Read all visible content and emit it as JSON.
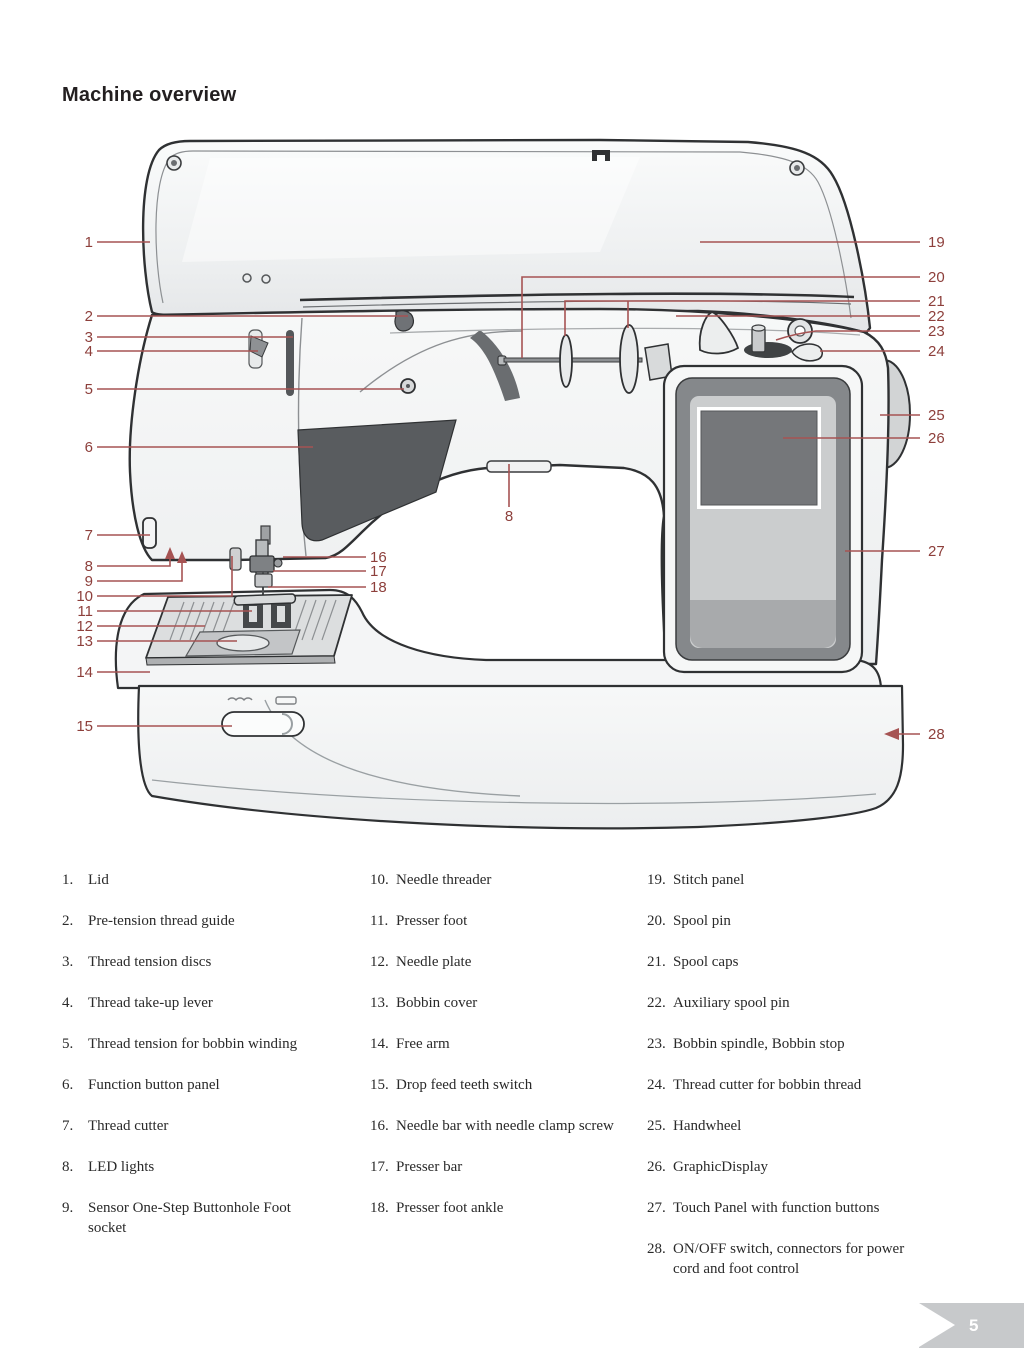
{
  "page": {
    "title": "Machine overview",
    "page_number": "5"
  },
  "colors": {
    "callout_line": "#a65353",
    "callout_text": "#8d3f3b",
    "banner_bg": "#c7c9cb",
    "banner_text": "#ffffff"
  },
  "callouts": {
    "n1": "1",
    "n2": "2",
    "n3": "3",
    "n4": "4",
    "n5": "5",
    "n6": "6",
    "n7": "7",
    "n8": "8",
    "n9": "9",
    "n10": "10",
    "n11": "11",
    "n12": "12",
    "n13": "13",
    "n14": "14",
    "n15": "15",
    "n8b": "8",
    "n16": "16",
    "n17": "17",
    "n18": "18",
    "n19": "19",
    "n20": "20",
    "n21": "21",
    "n22": "22",
    "n23": "23",
    "n24": "24",
    "n25": "25",
    "n26": "26",
    "n27": "27",
    "n28": "28"
  },
  "legend": {
    "columns": [
      [
        {
          "num": "1.",
          "text": "Lid"
        },
        {
          "num": "2.",
          "text": "Pre-tension thread guide"
        },
        {
          "num": "3.",
          "text": "Thread tension discs"
        },
        {
          "num": "4.",
          "text": "Thread take-up lever"
        },
        {
          "num": "5.",
          "text": "Thread tension for bobbin winding"
        },
        {
          "num": "6.",
          "text": "Function button panel"
        },
        {
          "num": "7.",
          "text": "Thread cutter"
        },
        {
          "num": "8.",
          "text": "LED lights"
        },
        {
          "num": "9.",
          "text": "Sensor One-Step Buttonhole Foot\nsocket"
        }
      ],
      [
        {
          "num": "10.",
          "text": "Needle threader"
        },
        {
          "num": "11.",
          "text": "Presser foot"
        },
        {
          "num": "12.",
          "text": "Needle plate"
        },
        {
          "num": "13.",
          "text": "Bobbin cover"
        },
        {
          "num": "14.",
          "text": "Free arm"
        },
        {
          "num": "15.",
          "text": "Drop feed teeth switch"
        },
        {
          "num": "16.",
          "text": "Needle bar with needle clamp screw"
        },
        {
          "num": "17.",
          "text": "Presser bar"
        },
        {
          "num": "18.",
          "text": "Presser foot ankle"
        }
      ],
      [
        {
          "num": "19.",
          "text": "Stitch panel"
        },
        {
          "num": "20.",
          "text": "Spool pin"
        },
        {
          "num": "21.",
          "text": "Spool caps"
        },
        {
          "num": "22.",
          "text": "Auxiliary spool pin"
        },
        {
          "num": "23.",
          "text": "Bobbin spindle, Bobbin stop"
        },
        {
          "num": "24.",
          "text": "Thread cutter for bobbin thread"
        },
        {
          "num": "25.",
          "text": "Handwheel"
        },
        {
          "num": "26.",
          "text": "GraphicDisplay"
        },
        {
          "num": "27.",
          "text": "Touch Panel with function buttons"
        },
        {
          "num": "28.",
          "text": "ON/OFF switch, connectors for power\ncord and foot control"
        }
      ]
    ]
  }
}
